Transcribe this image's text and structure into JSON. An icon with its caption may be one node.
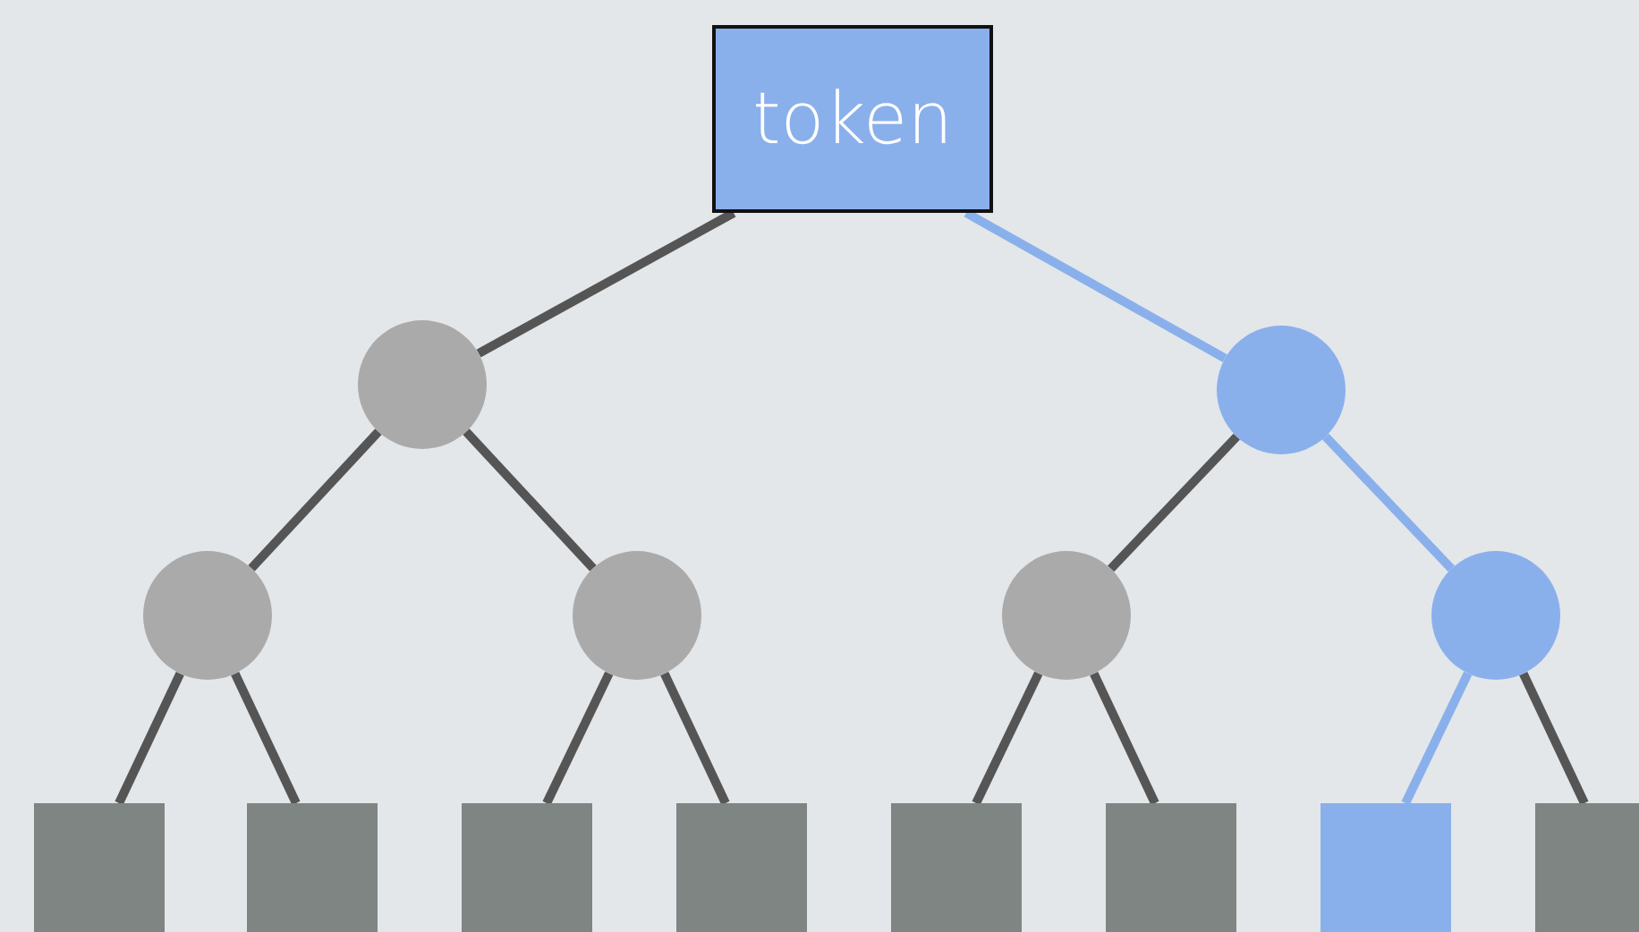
{
  "diagram": {
    "nodes": [
      {
        "text": [
          "token"
        ]
      },
      {
        "text": [],
        "shape": "circle"
      },
      {
        "text": [],
        "shape": "circle"
      },
      {
        "text": [],
        "shape": "circle"
      },
      {
        "text": [],
        "shape": "circle"
      },
      {
        "text": [],
        "shape": "circle"
      },
      {
        "text": [],
        "shape": "circle"
      },
      {
        "text": [],
        "shape": "box"
      },
      {
        "text": [],
        "shape": "box"
      },
      {
        "text": [],
        "shape": "box"
      },
      {
        "text": [],
        "shape": "box"
      },
      {
        "text": [],
        "shape": "box"
      },
      {
        "text": [],
        "shape": "box"
      },
      {
        "text": [],
        "shape": "box"
      },
      {
        "text": [],
        "shape": "box"
      }
    ],
    "edges": [
      {
        "from": 0,
        "to": 1,
        "arrow": "none"
      },
      {
        "from": 0,
        "to": 2,
        "arrow": "none",
        "color": "#8ab0ec"
      },
      {
        "from": 1,
        "to": 3,
        "arrow": "none"
      },
      {
        "from": 1,
        "to": 4,
        "arrow": "none"
      },
      {
        "from": 2,
        "to": 5,
        "arrow": "none"
      },
      {
        "from": 2,
        "to": 6,
        "arrow": "none",
        "color": "#8ab0ec"
      },
      {
        "from": 3,
        "to": 7,
        "arrow": "none"
      },
      {
        "from": 3,
        "to": 8,
        "arrow": "none"
      },
      {
        "from": 4,
        "to": 9,
        "arrow": "none"
      },
      {
        "from": 4,
        "to": 10,
        "arrow": "none"
      },
      {
        "from": 5,
        "to": 11,
        "arrow": "none"
      },
      {
        "from": 5,
        "to": 12,
        "arrow": "none"
      },
      {
        "from": 6,
        "to": 13,
        "arrow": "none",
        "color": "#8ab0ec"
      },
      {
        "from": 6,
        "to": 14,
        "arrow": "none"
      }
    ]
  }
}
